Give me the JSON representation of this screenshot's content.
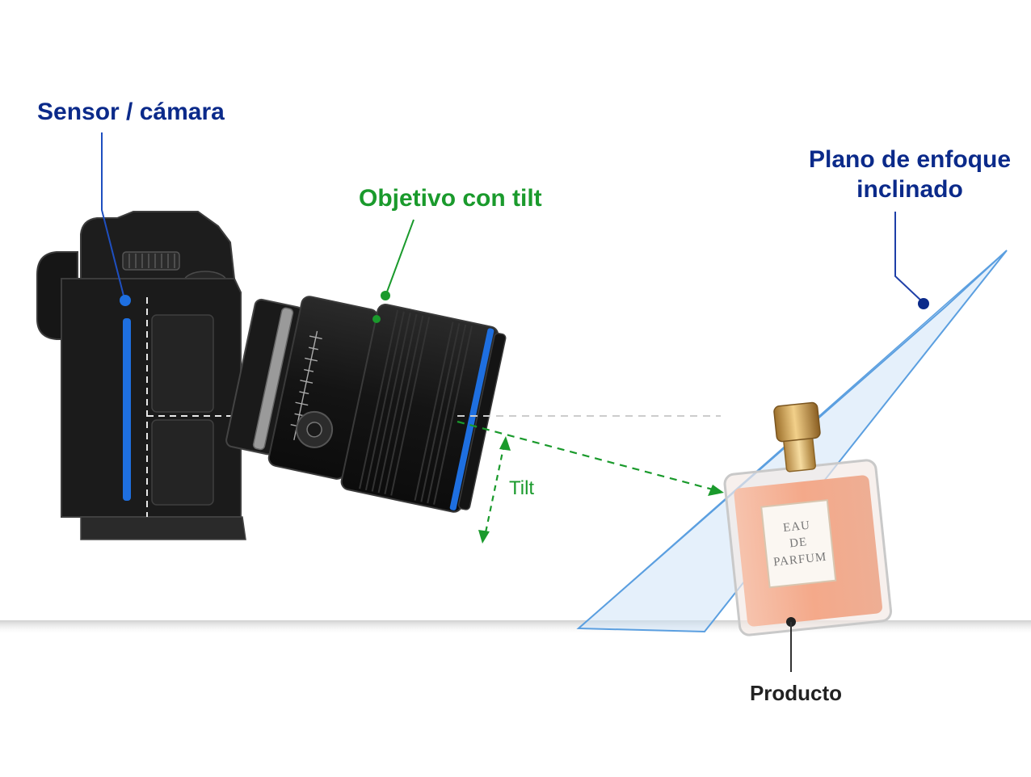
{
  "labels": {
    "sensor": "Sensor / cámara",
    "lens": "Objetivo con tilt",
    "plane_line1": "Plano de enfoque",
    "plane_line2": "inclinado",
    "tilt": "Tilt",
    "product": "Producto"
  },
  "bottle_label": {
    "line1": "EAU",
    "line2": "DE",
    "line3": "PARFUM"
  },
  "colors": {
    "sensor_accent": "#1e6fe0",
    "tilt_green": "#1a9a2c",
    "plane_fill": "#cfe3f7",
    "plane_stroke": "#5b9fe0",
    "label_blue": "#0b2a8a",
    "camera_body": "#1b1b1b"
  }
}
